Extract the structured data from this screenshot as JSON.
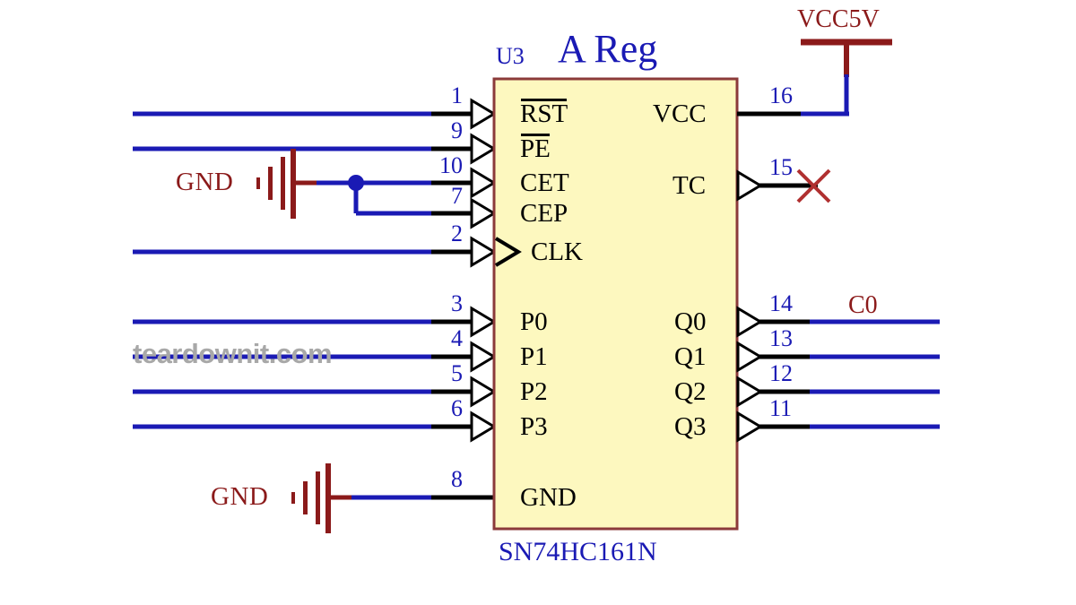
{
  "diagram": {
    "title": "A Reg",
    "reference": "U3",
    "part_number": "SN74HC161N",
    "watermark": "teardownit.com",
    "colors": {
      "body_fill": "#fdf8bf",
      "body_border": "#8b3a3a",
      "wire_net": "#1a1ab4",
      "wire_pin": "#000000",
      "label_blue": "#1a1ab4",
      "label_dark_red": "#8b1a1a",
      "nc_marker": "#b03030"
    }
  },
  "pins": {
    "left": [
      {
        "number": "1",
        "name": "RST",
        "overline": true,
        "clock": false
      },
      {
        "number": "9",
        "name": "PE",
        "overline": true,
        "clock": false
      },
      {
        "number": "10",
        "name": "CET",
        "overline": false,
        "clock": false
      },
      {
        "number": "7",
        "name": "CEP",
        "overline": false,
        "clock": false
      },
      {
        "number": "2",
        "name": "CLK",
        "overline": false,
        "clock": true
      },
      {
        "number": "3",
        "name": "P0",
        "overline": false,
        "clock": false
      },
      {
        "number": "4",
        "name": "P1",
        "overline": false,
        "clock": false
      },
      {
        "number": "5",
        "name": "P2",
        "overline": false,
        "clock": false
      },
      {
        "number": "6",
        "name": "P3",
        "overline": false,
        "clock": false
      },
      {
        "number": "8",
        "name": "GND",
        "overline": false,
        "clock": false
      }
    ],
    "right": [
      {
        "number": "16",
        "name": "VCC",
        "net": "VCC5V",
        "no_connect": false
      },
      {
        "number": "15",
        "name": "TC",
        "net": "",
        "no_connect": true
      },
      {
        "number": "14",
        "name": "Q0",
        "net": "C0",
        "no_connect": false
      },
      {
        "number": "13",
        "name": "Q1",
        "net": "",
        "no_connect": false
      },
      {
        "number": "12",
        "name": "Q2",
        "net": "",
        "no_connect": false
      },
      {
        "number": "11",
        "name": "Q3",
        "net": "",
        "no_connect": false
      }
    ]
  },
  "nets": {
    "vcc_label": "VCC5V",
    "c0_label": "C0",
    "gnd_upper_label": "GND",
    "gnd_lower_label": "GND"
  }
}
